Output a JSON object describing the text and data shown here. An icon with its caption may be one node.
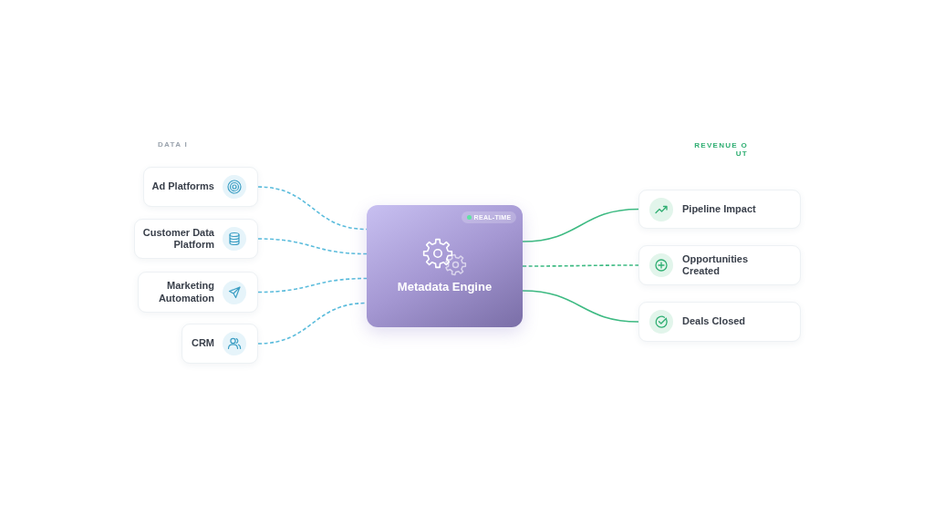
{
  "diagram": {
    "nodes": [
      {
        "text": [
          "Ad Platforms"
        ]
      },
      {
        "text": [
          "Customer Data Platform"
        ]
      },
      {
        "text": [
          "Marketing Automation"
        ]
      },
      {
        "text": [
          "CRM"
        ]
      },
      {
        "text": [
          "Metadata Engine"
        ]
      },
      {
        "text": [
          "REAL-TIME"
        ],
        "in": 4
      },
      {
        "text": [
          "Pipeline Impact"
        ]
      },
      {
        "text": [
          "Opportunities Created"
        ]
      },
      {
        "text": [
          "Deals Closed"
        ]
      }
    ],
    "edges": [
      {
        "from": 0,
        "to": 4,
        "arrow": "none",
        "style": "dashed"
      },
      {
        "from": 1,
        "to": 4,
        "arrow": "none",
        "style": "dashed"
      },
      {
        "from": 2,
        "to": 4,
        "arrow": "none",
        "style": "dashed"
      },
      {
        "from": 3,
        "to": 4,
        "arrow": "none",
        "style": "dashed"
      },
      {
        "from": 4,
        "to": 6,
        "arrow": "none",
        "color": "#3dba82"
      },
      {
        "from": 4,
        "to": 7,
        "arrow": "none",
        "style": "dashed",
        "color": "#3dba82"
      },
      {
        "from": 4,
        "to": 8,
        "arrow": "none",
        "color": "#3dba82"
      }
    ],
    "labels": [
      "DATA I",
      "REVENUE O UT"
    ]
  }
}
